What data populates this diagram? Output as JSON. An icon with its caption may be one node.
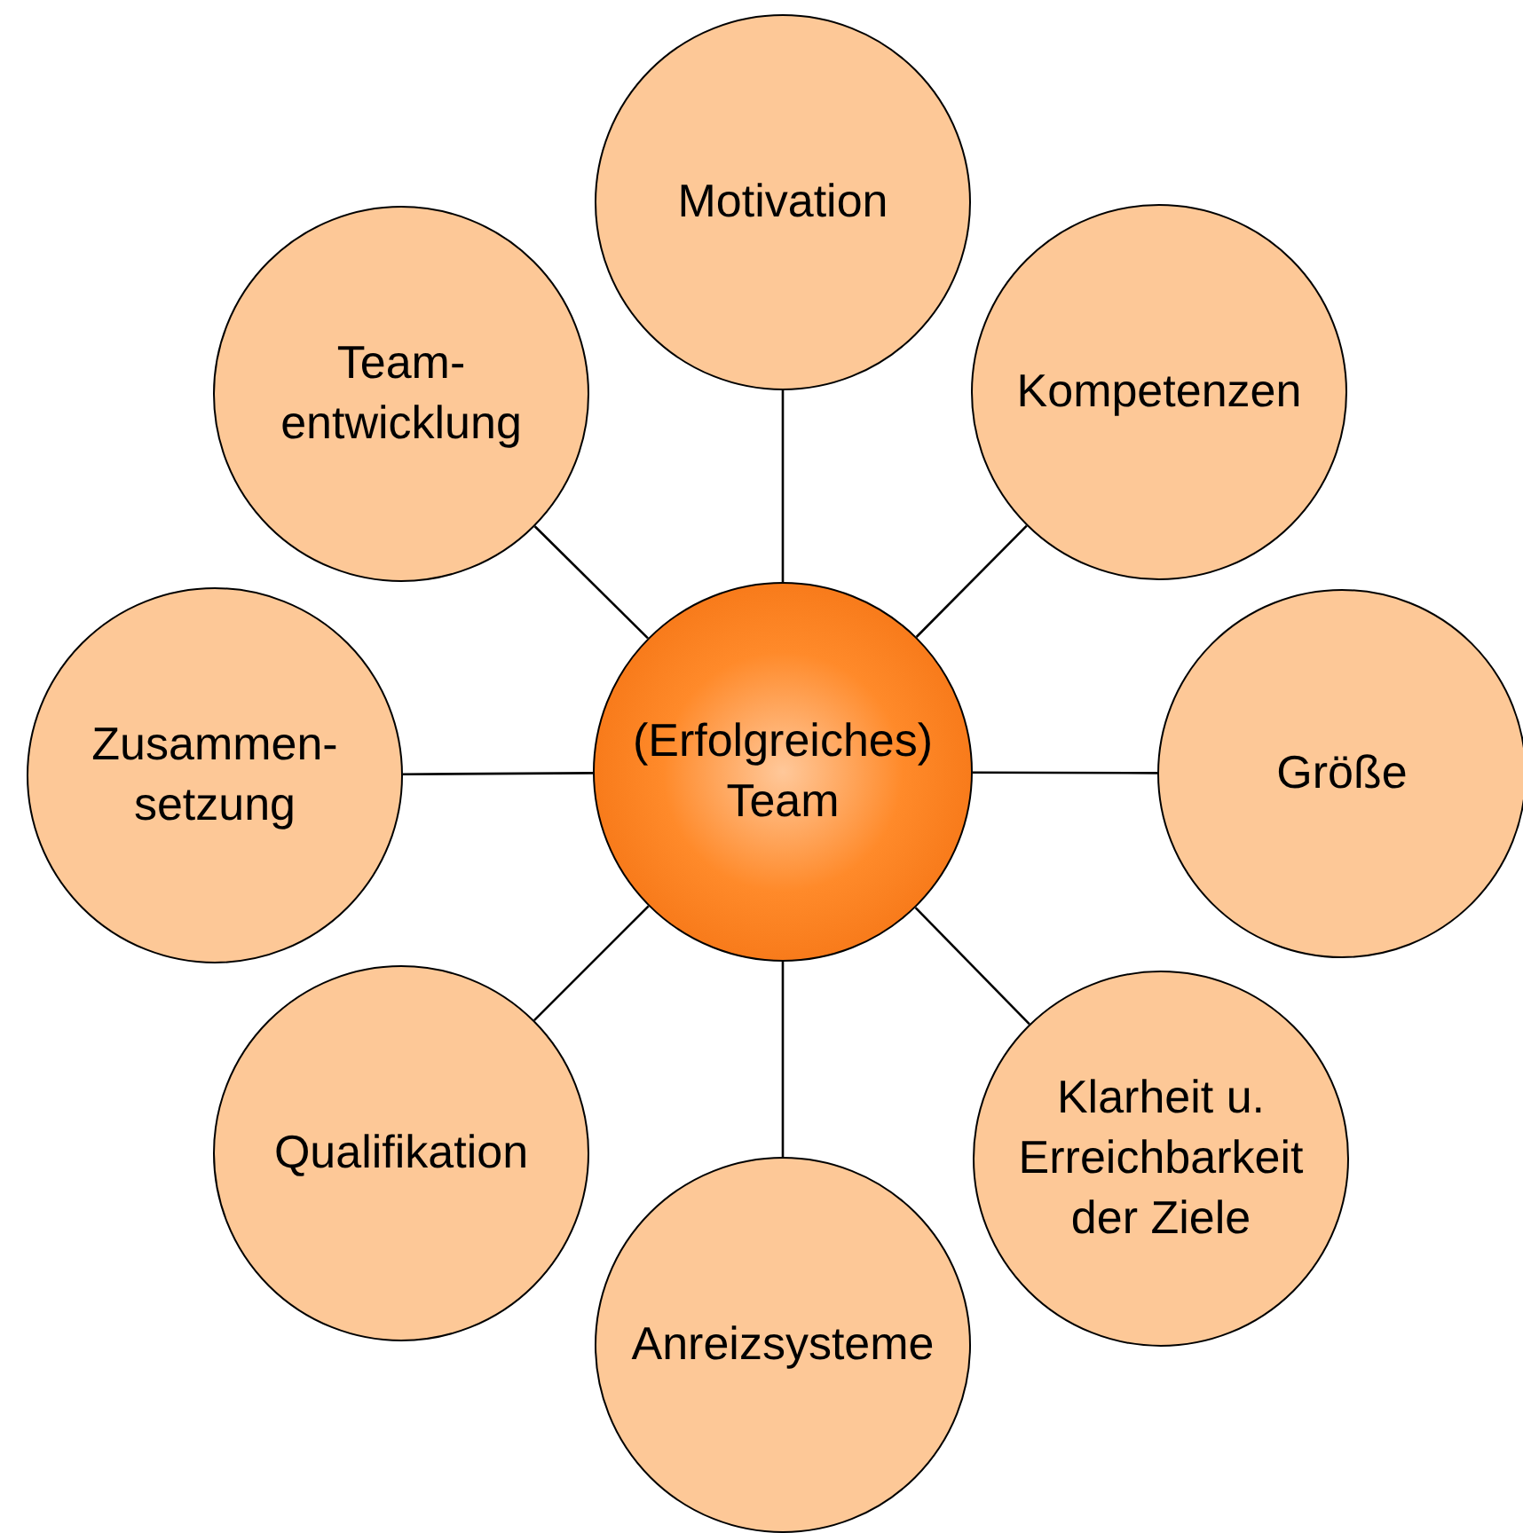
{
  "diagram": {
    "nodes": [
      {
        "text": [
          "Motivation"
        ]
      },
      {
        "text": [
          "Team- entwicklung"
        ]
      },
      {
        "text": [
          "Kompetenzen"
        ]
      },
      {
        "text": [
          "Zusammen- setzung"
        ]
      },
      {
        "text": [
          "(Erfolgreiches) Team"
        ]
      },
      {
        "text": [
          "Größe"
        ]
      },
      {
        "text": [
          "Qualifikation"
        ]
      },
      {
        "text": [
          "Klarheit u. Erreichbarkeit der Ziele"
        ]
      },
      {
        "text": [
          "Anreizsysteme"
        ]
      }
    ],
    "edges": [
      {
        "from": 4,
        "to": 0,
        "arrow": "none"
      },
      {
        "from": 4,
        "to": 2,
        "arrow": "none"
      },
      {
        "from": 4,
        "to": 5,
        "arrow": "none"
      },
      {
        "from": 4,
        "to": 7,
        "arrow": "none"
      },
      {
        "from": 4,
        "to": 8,
        "arrow": "none"
      },
      {
        "from": 4,
        "to": 6,
        "arrow": "none"
      },
      {
        "from": 4,
        "to": 3,
        "arrow": "none"
      },
      {
        "from": 4,
        "to": 1,
        "arrow": "none"
      }
    ]
  }
}
